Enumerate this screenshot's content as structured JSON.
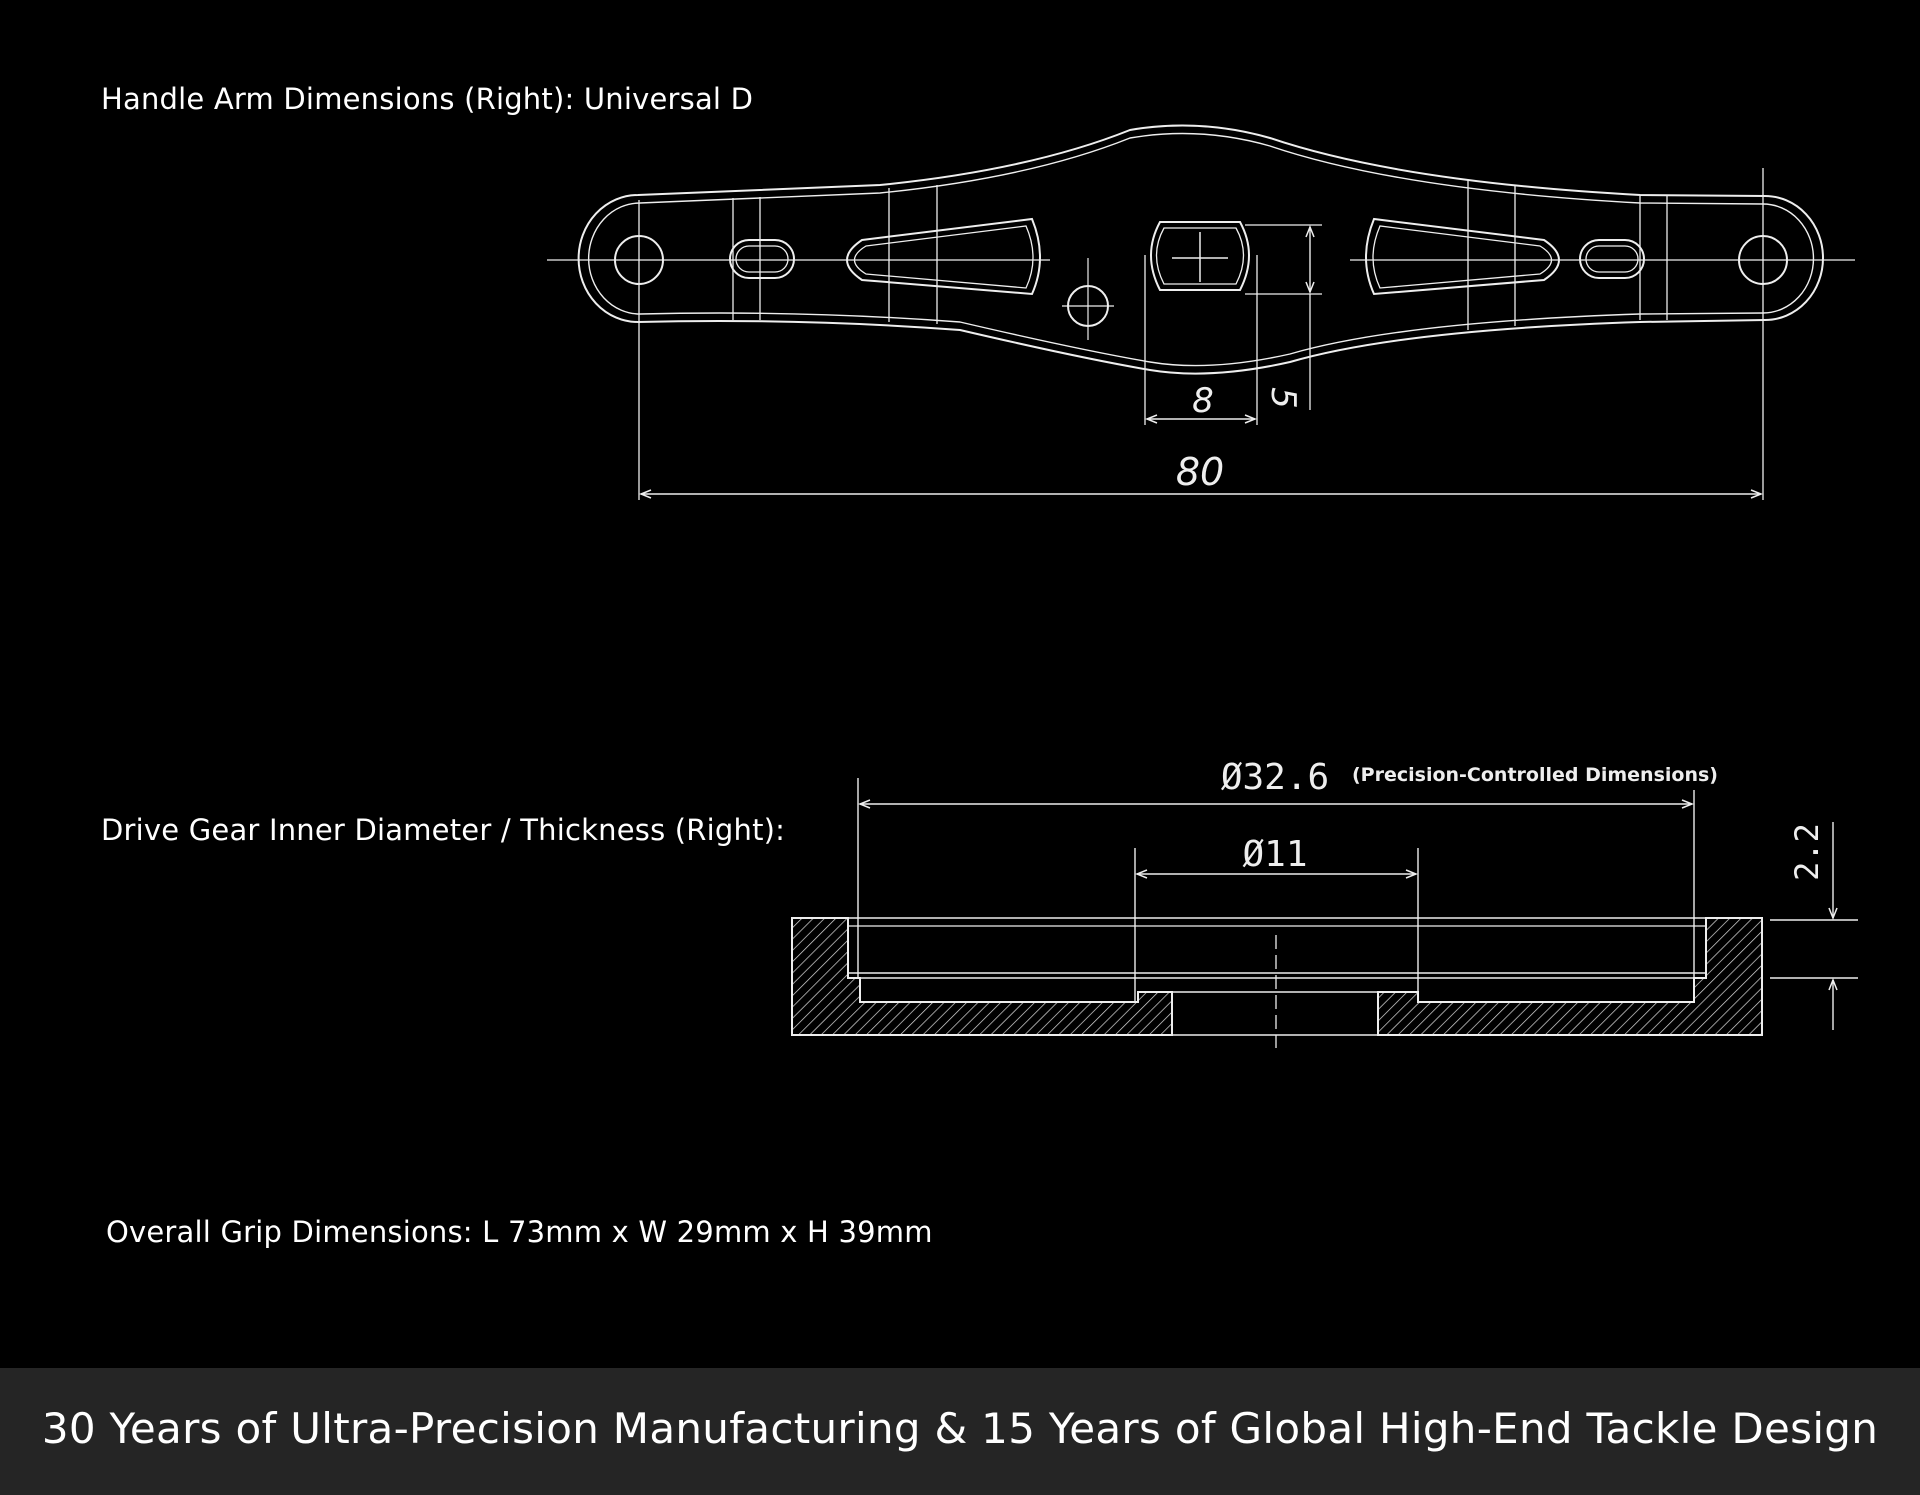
{
  "labels": {
    "handle_arm": "Handle Arm Dimensions (Right): Universal D",
    "drive_gear": "Drive Gear Inner Diameter / Thickness (Right):",
    "grip": "Overall Grip Dimensions: L 73mm x W 29mm x H 39mm"
  },
  "arm_drawing": {
    "dim_length": "80",
    "dim_slot_width": "8",
    "dim_slot_height": "5"
  },
  "gear_drawing": {
    "dim_outer": "Ø32.6",
    "note": "(Precision-Controlled Dimensions)",
    "dim_inner": "Ø11",
    "dim_thickness": "2.2"
  },
  "footer": {
    "text": "30 Years of Ultra-Precision Manufacturing & 15 Years of Global High-End Tackle Design"
  }
}
